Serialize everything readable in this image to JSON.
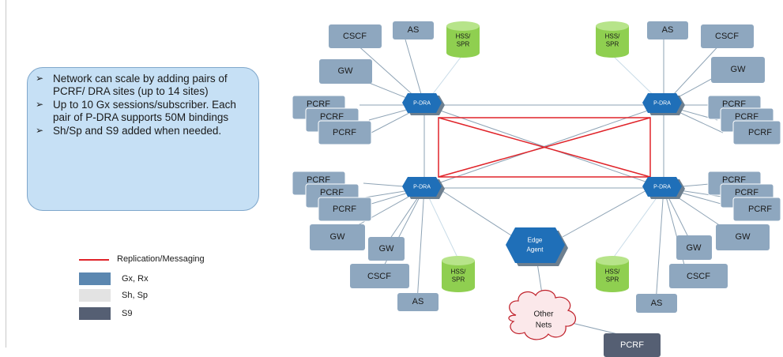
{
  "info_box": {
    "bullets": [
      "Network can scale by adding pairs of PCRF/ DRA sites (up to 14 sites)",
      "Up to 10 Gx sessions/subscriber. Each pair of P-DRA supports 50M bindings",
      "Sh/Sp and S9 added when needed."
    ]
  },
  "legend": {
    "replication": "Replication/Messaging",
    "gx_rx": "Gx, Rx",
    "sh_sp": "Sh, Sp",
    "s9": "S9",
    "colors": {
      "replication": "#e0242a",
      "gx_rx": "#5b87b0",
      "sh_sp": "#e3e3e3",
      "s9": "#555f73"
    }
  },
  "diagram": {
    "pdra_label": "P-DRA",
    "edge_agent_label": [
      "Edge",
      "Agent"
    ],
    "other_nets_label": [
      "Other",
      "Nets"
    ],
    "hss_label": [
      "HSS/",
      "SPR"
    ],
    "gw_label": "GW",
    "cscf_label": "CSCF",
    "as_label": "AS",
    "pcrf_label": "PCRF",
    "pcrf_partial_label": "PCRF"
  }
}
